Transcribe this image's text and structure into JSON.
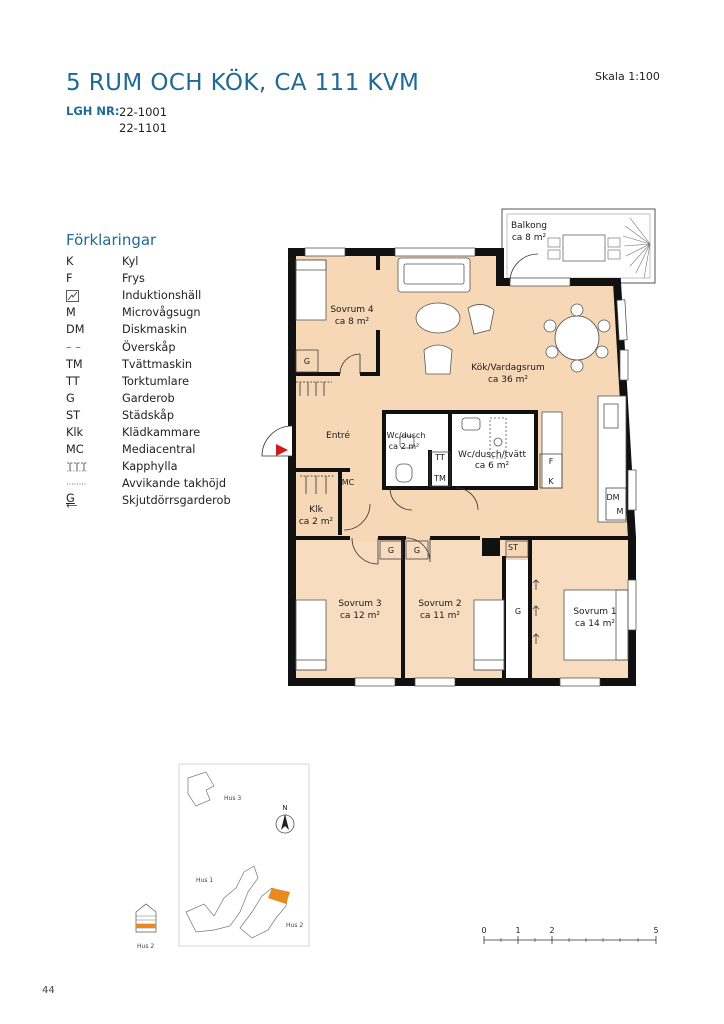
{
  "header": {
    "title": "5 RUM OCH KÖK, CA 111 KVM",
    "lgh_label": "LGH NR:",
    "lgh_numbers": [
      "22-1001",
      "22-1101"
    ],
    "scale": "Skala 1:100"
  },
  "legend": {
    "title": "Förklaringar",
    "items": [
      {
        "abbr": "K",
        "label": "Kyl"
      },
      {
        "abbr": "F",
        "label": "Frys"
      },
      {
        "abbr": "",
        "icon": "induction-hob-icon",
        "label": "Induktionshäll"
      },
      {
        "abbr": "M",
        "label": "Microvågsugn"
      },
      {
        "abbr": "DM",
        "label": "Diskmaskin"
      },
      {
        "abbr": "– –",
        "label": "Överskåp"
      },
      {
        "abbr": "TM",
        "label": "Tvättmaskin"
      },
      {
        "abbr": "TT",
        "label": "Torktumlare"
      },
      {
        "abbr": "G",
        "label": "Garderob"
      },
      {
        "abbr": "ST",
        "label": "Städskåp"
      },
      {
        "abbr": "Klk",
        "label": "Klädkammare"
      },
      {
        "abbr": "MC",
        "label": "Mediacentral"
      },
      {
        "abbr": "",
        "icon": "coat-rack-icon",
        "label": "Kapphylla"
      },
      {
        "abbr": "",
        "icon": "dotted-line-icon",
        "label": "Avvikande takhöjd"
      },
      {
        "abbr": "G",
        "icon": "sliding-door-icon",
        "label": "Skjutdörrsgarderob"
      }
    ]
  },
  "rooms": {
    "balkong": {
      "name": "Balkong",
      "area": "ca 8 m²"
    },
    "sovrum4": {
      "name": "Sovrum 4",
      "area": "ca 8 m²"
    },
    "kok": {
      "name": "Kök/Vardagsrum",
      "area": "ca 36 m²"
    },
    "entre": {
      "name": "Entré"
    },
    "wc1": {
      "name": "Wc/dusch",
      "area": "ca 2 m²"
    },
    "wc2": {
      "name": "Wc/dusch/tvätt",
      "area": "ca 6 m²"
    },
    "klk": {
      "name": "Klk",
      "area": "ca 2 m²"
    },
    "sovrum3": {
      "name": "Sovrum 3",
      "area": "ca 12 m²"
    },
    "sovrum2": {
      "name": "Sovrum 2",
      "area": "ca 11 m²"
    },
    "sovrum1": {
      "name": "Sovrum 1",
      "area": "ca 14 m²"
    }
  },
  "plan_labels": {
    "g": "G",
    "st": "ST",
    "mc": "MC",
    "tt": "TT",
    "tm": "TM",
    "f": "F",
    "k": "K",
    "dm": "DM",
    "m": "M"
  },
  "site": {
    "north": "N",
    "hus1": "Hus 1",
    "hus2": "Hus 2",
    "hus3": "Hus 3",
    "elev_label": "Hus 2"
  },
  "scalebar": {
    "ticks": [
      "0",
      "1",
      "2",
      "5"
    ]
  },
  "page_number": "44",
  "colors": {
    "accent": "#1f6a94",
    "floor": "#f6d7b6",
    "highlight": "#e88a1e",
    "wall": "#111111"
  }
}
